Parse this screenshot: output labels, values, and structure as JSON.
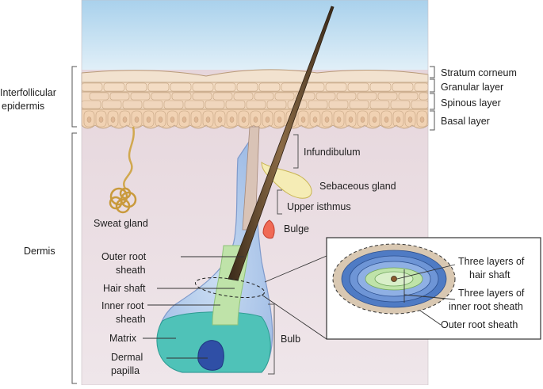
{
  "labels": {
    "interfollicular_epidermis": [
      "Interfollicular",
      "epidermis"
    ],
    "dermis": "Dermis",
    "stratum_corneum": "Stratum corneum",
    "granular_layer": "Granular layer",
    "spinous_layer": "Spinous layer",
    "basal_layer": "Basal layer",
    "infundibulum": "Infundibulum",
    "sebaceous_gland": "Sebaceous gland",
    "upper_isthmus": "Upper isthmus",
    "bulge": "Bulge",
    "sweat_gland": "Sweat gland",
    "outer_root_sheath": [
      "Outer root",
      "sheath"
    ],
    "hair_shaft": "Hair shaft",
    "inner_root_sheath": [
      "Inner root",
      "sheath"
    ],
    "matrix": "Matrix",
    "dermal_papilla": [
      "Dermal",
      "papilla"
    ],
    "bulb": "Bulb"
  },
  "inset": {
    "three_layers_hair_shaft": [
      "Three layers of",
      "hair shaft"
    ],
    "three_layers_inner_root_sheath": [
      "Three layers of",
      "inner root sheath"
    ],
    "outer_root_sheath": "Outer root sheath"
  }
}
